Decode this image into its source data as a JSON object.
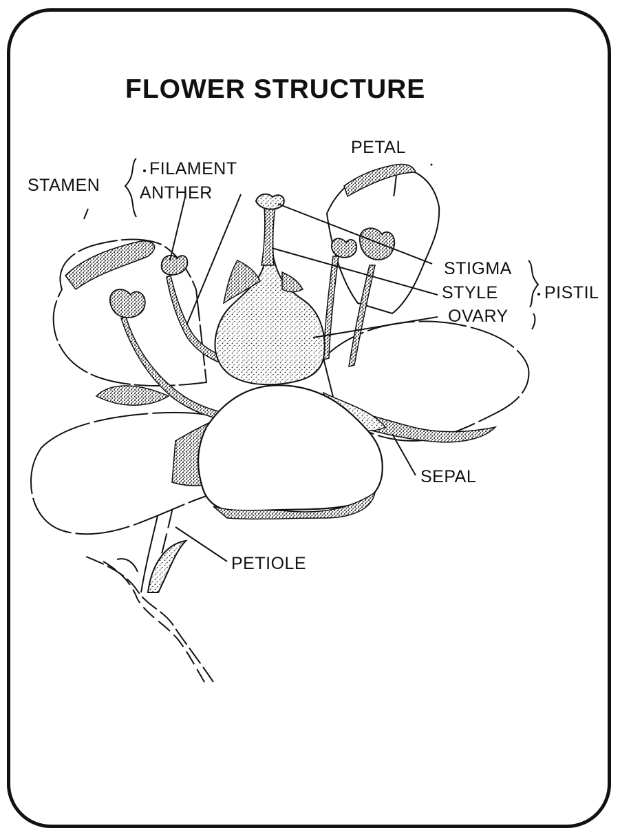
{
  "title": "FLOWER STRUCTURE",
  "labels": {
    "stamen": "STAMEN",
    "filament": "FILAMENT",
    "anther": "ANTHER",
    "petal": "PETAL",
    "stigma": "STIGMA",
    "style": "STYLE",
    "ovary": "OVARY",
    "pistil": "PISTIL",
    "sepal": "SEPAL",
    "petiole": "PETIOLE"
  }
}
